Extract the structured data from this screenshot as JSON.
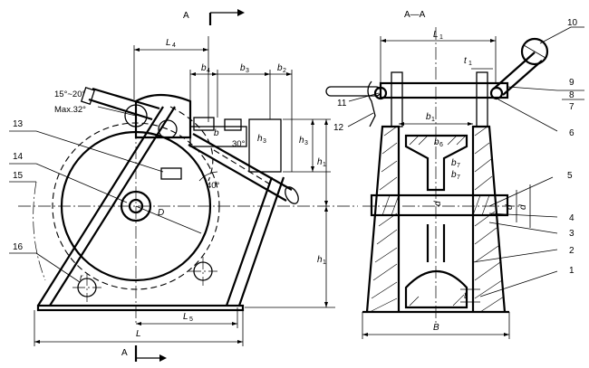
{
  "section_marks": {
    "top": "A",
    "bottom": "A",
    "view_title": "A—A"
  },
  "angles": {
    "range": "15°~20°",
    "max": "Max.32°",
    "small": "30°",
    "tiny": "40°"
  },
  "dims": {
    "L": "L",
    "L1": "L",
    "L4": "L",
    "L5": "L",
    "B": "B",
    "D": "D",
    "b1": "b",
    "b2": "b",
    "b3": "b",
    "b4": "b",
    "b6": "b",
    "b7": "b",
    "h1": "h",
    "h3": "h",
    "t": "t",
    "t1": "t",
    "d1": "d",
    "d4": "d",
    "d6": "d",
    "r": "r"
  },
  "subs": {
    "L1": "1",
    "L4": "4",
    "L5": "5",
    "b1": "1",
    "b2": "2",
    "b3": "3",
    "b4": "4",
    "b6": "6",
    "b7": "7",
    "h1": "1",
    "h3": "3",
    "t1": "1",
    "d1": "1",
    "d4": "4",
    "d6": "6"
  },
  "callouts": [
    "1",
    "2",
    "3",
    "4",
    "5",
    "6",
    "7",
    "8",
    "9",
    "10",
    "11",
    "12",
    "13",
    "14",
    "15",
    "16"
  ]
}
